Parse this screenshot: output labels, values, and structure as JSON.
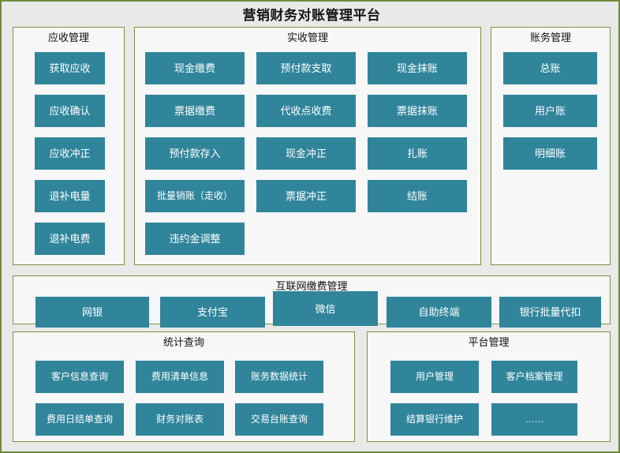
{
  "app": {
    "title": "营销财务对账管理平台",
    "accent_color": "#30859b",
    "border_color": "#7a9441",
    "background_color": "#e9e9e9",
    "panel_background_color": "#f7f7f7"
  },
  "panels": {
    "receivable": {
      "title": "应收管理",
      "items": [
        {
          "label": "获取应收"
        },
        {
          "label": "应收确认"
        },
        {
          "label": "应收冲正"
        },
        {
          "label": "退补电量"
        },
        {
          "label": "退补电费"
        }
      ]
    },
    "actual": {
      "title": "实收管理",
      "columns": [
        {
          "items": [
            {
              "label": "现金缴费"
            },
            {
              "label": "票据缴费"
            },
            {
              "label": "预付款存入"
            },
            {
              "label": "批量销账（走收）"
            },
            {
              "label": "违约金调整"
            }
          ]
        },
        {
          "items": [
            {
              "label": "预付款支取"
            },
            {
              "label": "代收点收费"
            },
            {
              "label": "现金冲正"
            },
            {
              "label": "票据冲正"
            }
          ]
        },
        {
          "items": [
            {
              "label": "现金抹账"
            },
            {
              "label": "票据抹账"
            },
            {
              "label": "扎账"
            },
            {
              "label": "结账"
            }
          ]
        }
      ]
    },
    "account": {
      "title": "账务管理",
      "items": [
        {
          "label": "总账"
        },
        {
          "label": "用户账"
        },
        {
          "label": "明细账"
        }
      ]
    },
    "internet": {
      "title": "互联网缴费管理",
      "items": [
        {
          "label": "网银"
        },
        {
          "label": "支付宝"
        },
        {
          "label": "微信"
        },
        {
          "label": "自助终端"
        },
        {
          "label": "银行批量代扣"
        }
      ]
    },
    "stats": {
      "title": "统计查询",
      "items": [
        {
          "label": "客户信息查询"
        },
        {
          "label": "费用清单信息"
        },
        {
          "label": "账务数据统计"
        },
        {
          "label": "费用日结单查询"
        },
        {
          "label": "财务对账表"
        },
        {
          "label": "交易台账查询"
        }
      ]
    },
    "platform": {
      "title": "平台管理",
      "items": [
        {
          "label": "用户管理"
        },
        {
          "label": "客户档案管理"
        },
        {
          "label": "结算银行维护"
        },
        {
          "label": "……"
        }
      ]
    }
  }
}
